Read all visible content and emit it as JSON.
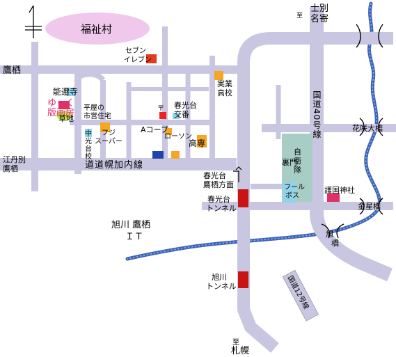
{
  "labels": {
    "fukushi_mura": "福祉村",
    "to_shibetsu_prefix": "至",
    "shibetsu": "士別",
    "nayoro": "名寄",
    "takasu_left": "鷹栖",
    "seven_eleven_1": "セブン",
    "seven_eleven_2": "イレブン",
    "jitsugyo_1": "実業",
    "jitsugyo_2": "高校",
    "noshoji": "能遷寺",
    "yukku_1": "ゆっく",
    "yukku_2": "版画房",
    "kusachi": "草地",
    "hiraya_1": "平屋の",
    "hiraya_2": "市営住宅",
    "shunkodai_koban_1": "春光台",
    "shunkodai_koban_2": "交番",
    "fuji_1": "フジ",
    "fuji_2": "スーパー",
    "chuko_1": "中",
    "chuko_2": "光",
    "chuko_3": "台",
    "chuko_4": "校",
    "a_coop": "Aコープ",
    "lawson": "ローソン",
    "kosen": "高専",
    "edanbetsu_1": "江丹別",
    "edanbetsu_2": "鷹栖",
    "doudou_horo": "道道幌加内線",
    "uramon": "裏門",
    "jieitai_1": "自",
    "jieitai_2": "衛",
    "jieitai_3": "隊",
    "national_40": "国道40号線",
    "hanasaki_bashi": "花咲大橋",
    "shunkodai_takasu_1": "春光台",
    "shunkodai_takasu_2": "鷹栖方面",
    "shunkodai_tunnel_1": "春光台",
    "shunkodai_tunnel_2": "トンネル",
    "pool_1": "フール",
    "pool_2": "ボス",
    "gokoku": "護国神社",
    "kinsei_bashi": "金星橋",
    "asahikawa_takasu_1": "旭川 鷹栖",
    "asahikawa_takasu_2": "ＩＴ",
    "asahi_bashi_1": "旭",
    "asahi_bashi_2": "橋",
    "asahikawa_tunnel_1": "旭川",
    "asahikawa_tunnel_2": "トンネル",
    "national_12": "国道12号線",
    "to_sapporo_prefix": "至",
    "sapporo": "札幌",
    "post_mark": "〒"
  },
  "colors": {
    "road": "#c8c6e0",
    "river": "#3d66b8",
    "blob": "#f0c8ec",
    "jieitai": "#a8cdc4",
    "tunnel": "#c81414",
    "orange": "#f5a623",
    "cyan": "#8fd3f0",
    "pink": "#e0306a",
    "yellowgreen": "#c8e84a"
  }
}
